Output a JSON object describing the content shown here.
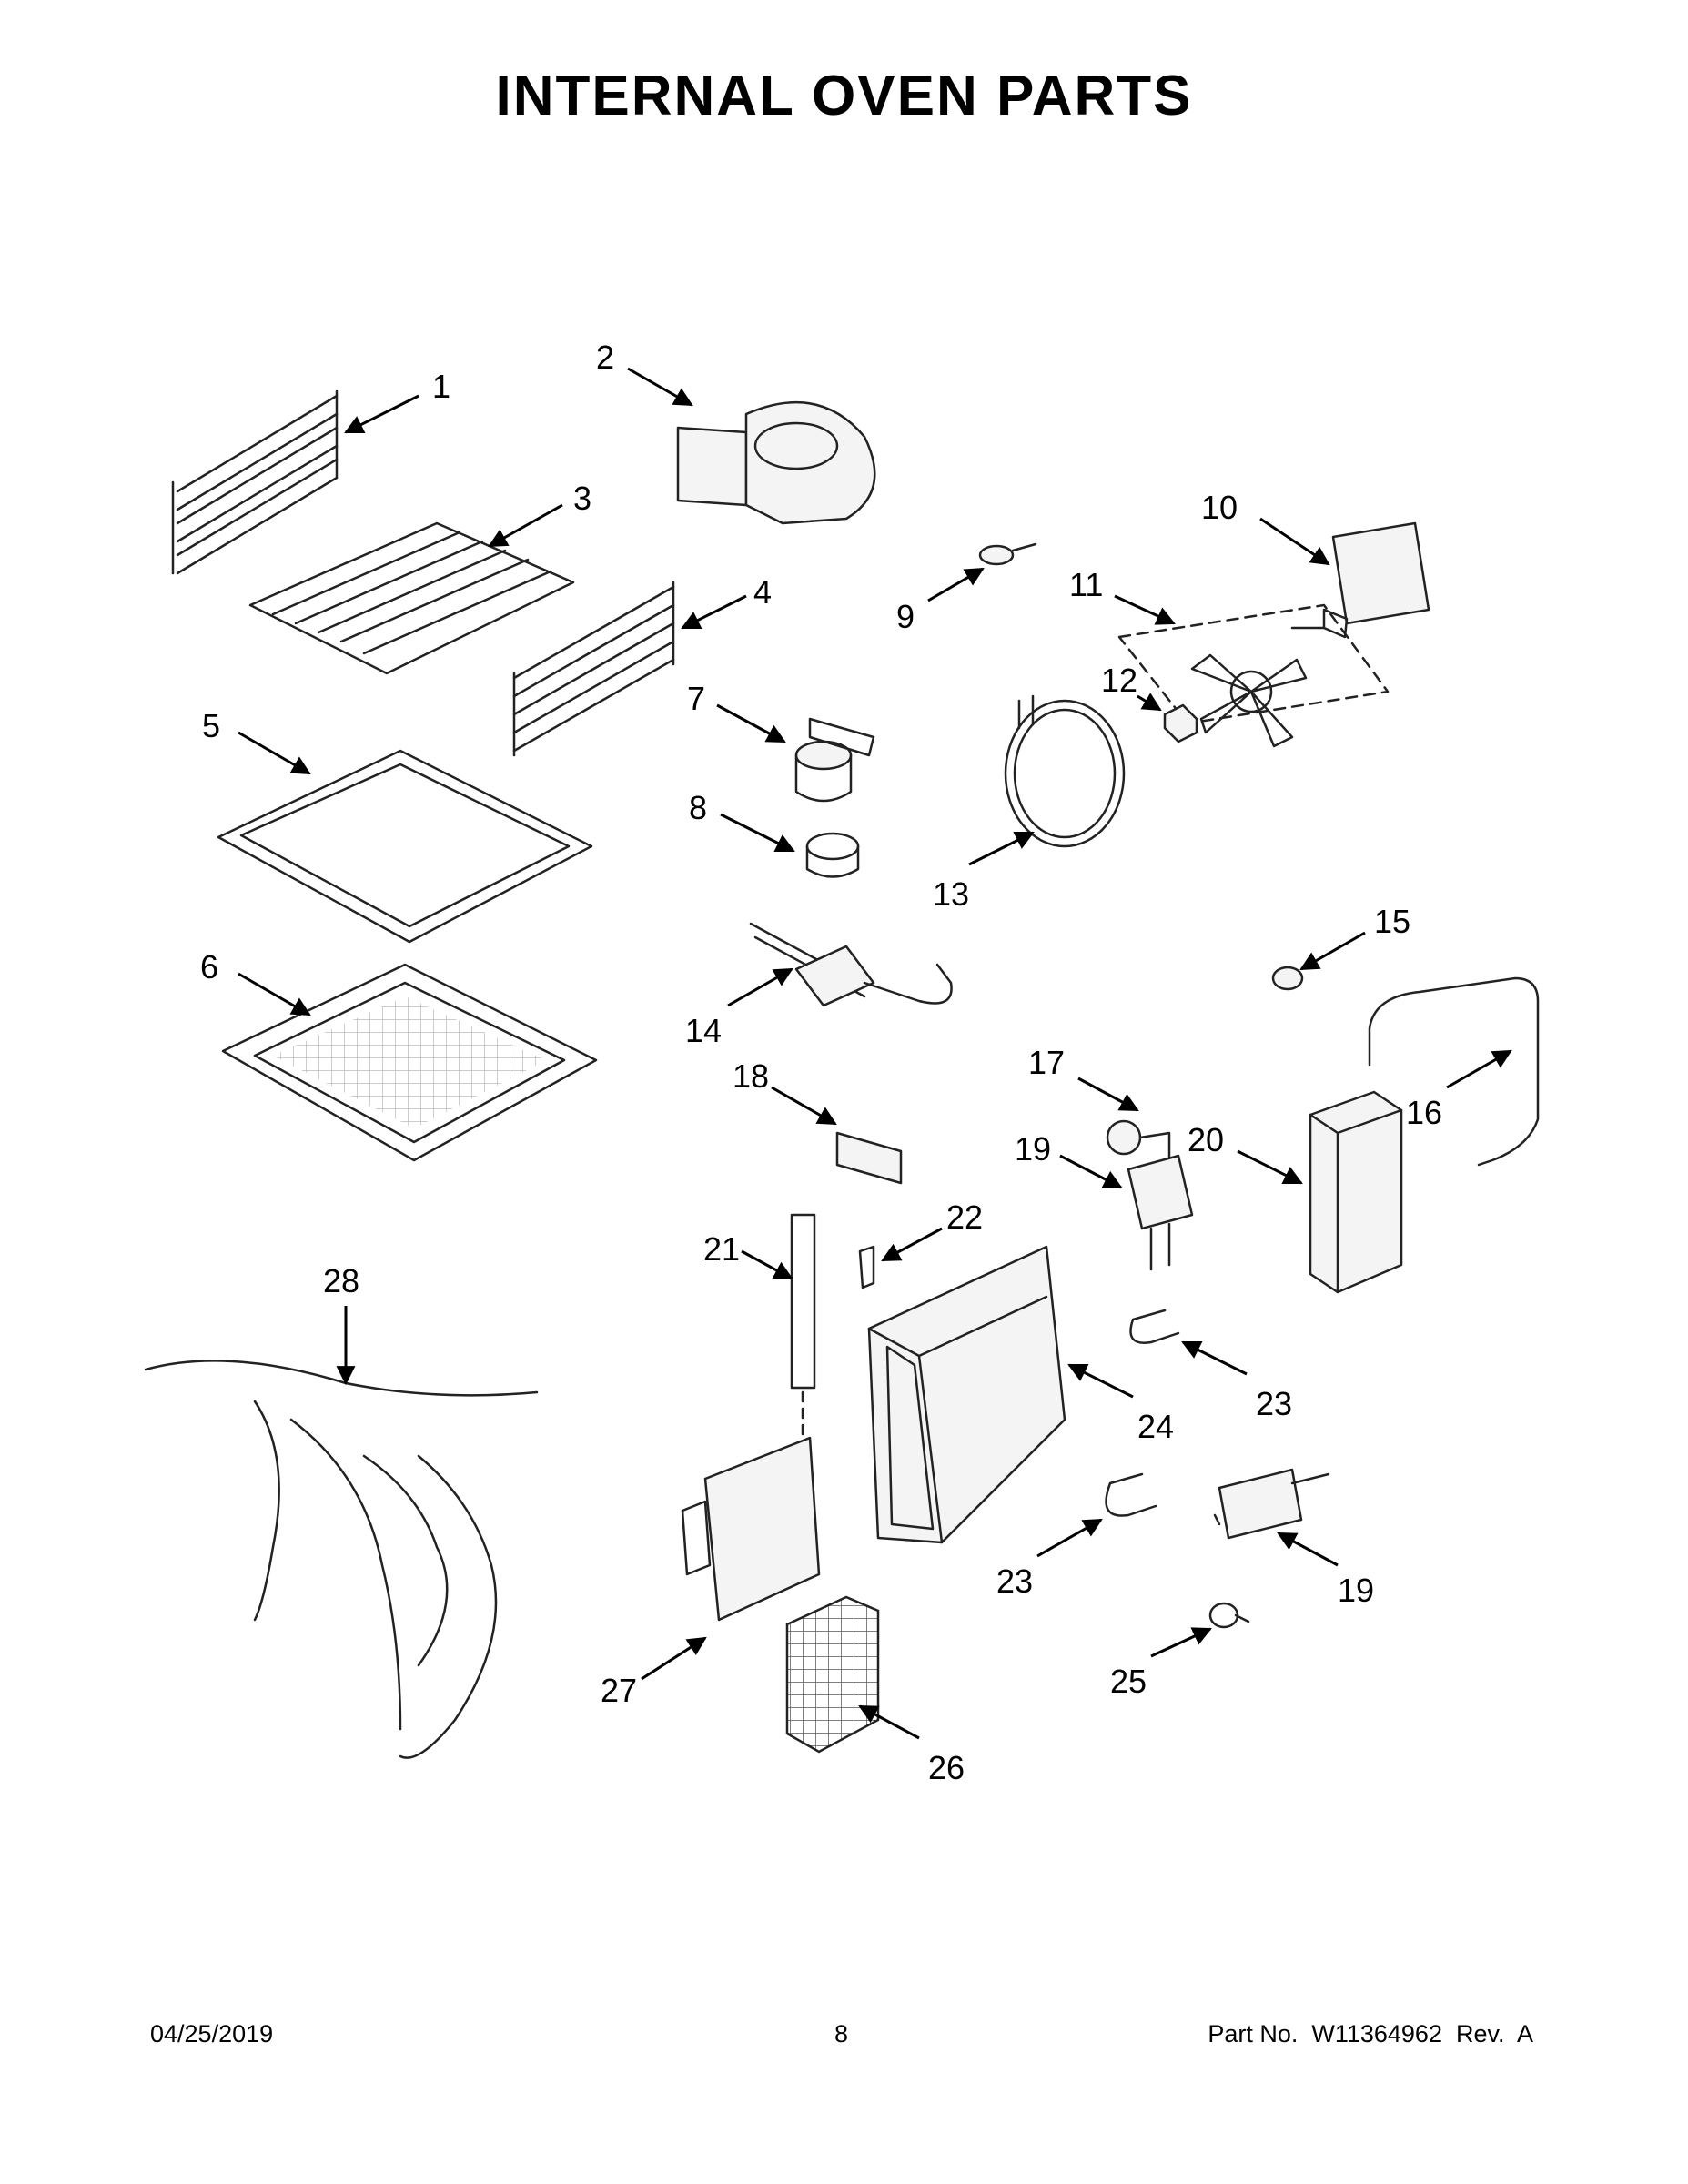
{
  "title": "INTERNAL OVEN PARTS",
  "callouts": [
    "1",
    "2",
    "3",
    "4",
    "5",
    "6",
    "7",
    "8",
    "9",
    "10",
    "11",
    "12",
    "13",
    "14",
    "15",
    "16",
    "17",
    "18",
    "19",
    "20",
    "21",
    "22",
    "23",
    "24",
    "23",
    "19",
    "25",
    "26",
    "27",
    "28"
  ],
  "footer": {
    "date": "04/25/2019",
    "page": "8",
    "part_no": "Part No.  W11364962  Rev.  A"
  }
}
